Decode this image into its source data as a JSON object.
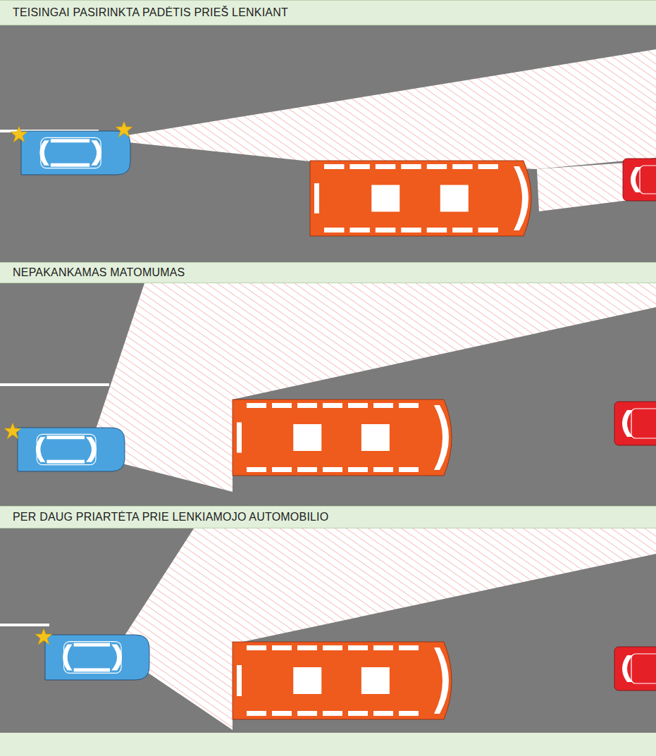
{
  "diagram": {
    "nodes": [
      {
        "text": [
          "TEISINGAI PASIRINKTA PADĖTIS PRIEŠ LENKIANT"
        ]
      },
      {
        "text": [
          "NEPAKANKAMAS MATOMUMAS"
        ]
      },
      {
        "text": [
          "PER DAUG PRIARTĖTA PRIE LENKIAMOJO AUTOMOBILIO"
        ]
      }
    ]
  }
}
